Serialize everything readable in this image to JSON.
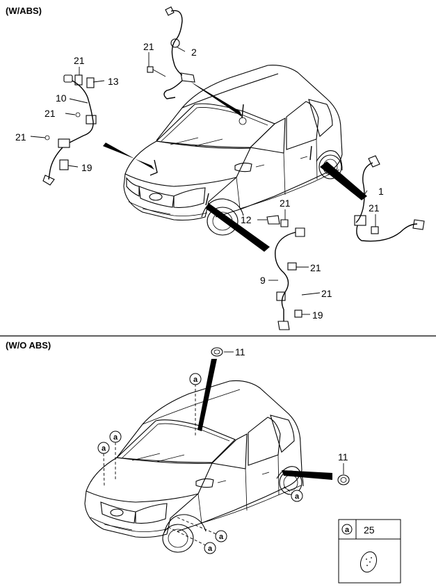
{
  "sections": {
    "abs": {
      "title": "(W/ABS)"
    },
    "no_abs": {
      "title": "(W/O ABS)"
    }
  },
  "callouts_abs": [
    "21",
    "2",
    "21",
    "13",
    "10",
    "21",
    "21",
    "19",
    "21",
    "12",
    "21",
    "1",
    "21",
    "9",
    "21",
    "19"
  ],
  "callouts_no_abs": [
    "11",
    "11"
  ],
  "circle_marker": "a",
  "legend": {
    "marker": "a",
    "part_number": "25"
  }
}
